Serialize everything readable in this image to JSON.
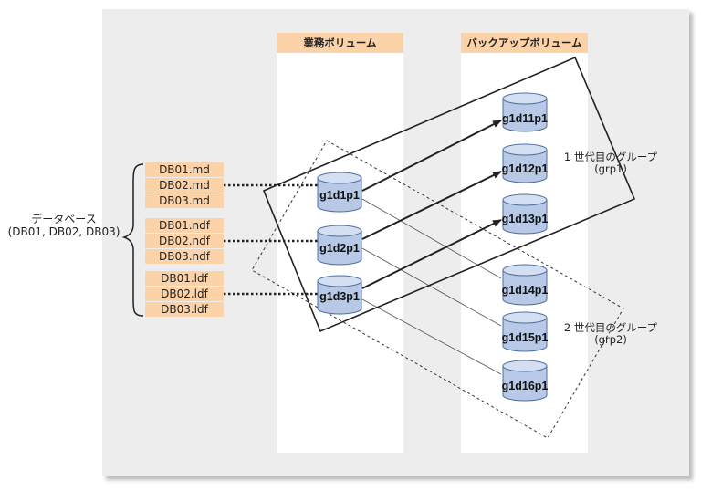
{
  "columns": {
    "business": "業務ボリューム",
    "backup": "バックアップボリューム"
  },
  "database": {
    "label_line1": "データベース",
    "label_line2": "(DB01, DB02, DB03)"
  },
  "files": {
    "md": [
      "DB01.md",
      "DB02.md",
      "DB03.md"
    ],
    "ndf": [
      "DB01.ndf",
      "DB02.ndf",
      "DB03.ndf"
    ],
    "ldf": [
      "DB01.ldf",
      "DB02.ldf",
      "DB03.ldf"
    ]
  },
  "business_volumes": [
    "g1d1p1",
    "g1d2p1",
    "g1d3p1"
  ],
  "backup_volumes": [
    "g1d11p1",
    "g1d12p1",
    "g1d13p1",
    "g1d14p1",
    "g1d15p1",
    "g1d16p1"
  ],
  "groups": {
    "grp1": {
      "line1": "1 世代目のグループ",
      "line2": "(grp1)"
    },
    "grp2": {
      "line1": "2 世代目のグループ",
      "line2": "(grp2)"
    }
  },
  "colors": {
    "header_fill": "#fcd3a8",
    "file_fill": "#fcd3a8",
    "cylinder_fill": "#b7c9e6",
    "cylinder_stroke": "#4f6f9f",
    "panel": "#ededed"
  }
}
